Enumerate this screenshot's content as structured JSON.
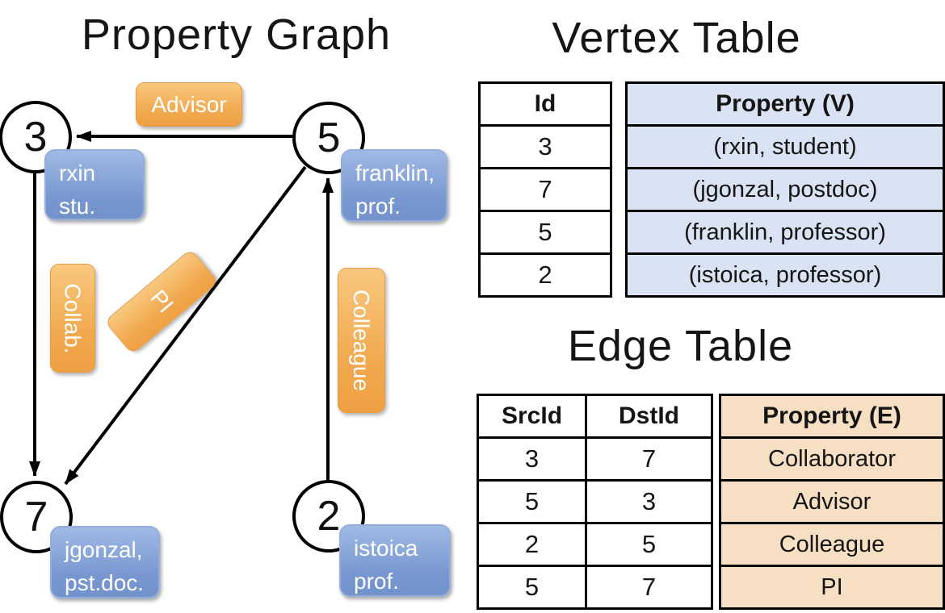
{
  "graph": {
    "title": "Property Graph",
    "nodes": [
      {
        "id": "3",
        "label_line1": "rxin",
        "label_line2": "stu."
      },
      {
        "id": "5",
        "label_line1": "franklin,",
        "label_line2": "prof."
      },
      {
        "id": "7",
        "label_line1": "jgonzal,",
        "label_line2": "pst.doc."
      },
      {
        "id": "2",
        "label_line1": "istoica",
        "label_line2": "prof."
      }
    ],
    "edges": [
      {
        "src": "5",
        "dst": "3",
        "label": "Advisor"
      },
      {
        "src": "3",
        "dst": "7",
        "label": "Collab."
      },
      {
        "src": "5",
        "dst": "7",
        "label": "PI"
      },
      {
        "src": "2",
        "dst": "5",
        "label": "Colleague"
      }
    ]
  },
  "vertex_table": {
    "title": "Vertex Table",
    "id_header": "Id",
    "property_header": "Property (V)",
    "rows": [
      {
        "id": "3",
        "property": "(rxin, student)"
      },
      {
        "id": "7",
        "property": "(jgonzal, postdoc)"
      },
      {
        "id": "5",
        "property": "(franklin, professor)"
      },
      {
        "id": "2",
        "property": "(istoica, professor)"
      }
    ]
  },
  "edge_table": {
    "title": "Edge Table",
    "src_header": "SrcId",
    "dst_header": "DstId",
    "property_header": "Property (E)",
    "rows": [
      {
        "src": "3",
        "dst": "7",
        "property": "Collaborator"
      },
      {
        "src": "5",
        "dst": "3",
        "property": "Advisor"
      },
      {
        "src": "2",
        "dst": "5",
        "property": "Colleague"
      },
      {
        "src": "5",
        "dst": "7",
        "property": "PI"
      }
    ]
  },
  "colors": {
    "vertex_box_top": "#a0bae5",
    "vertex_box_bottom": "#7292cc",
    "edge_box_top": "#f9c87f",
    "edge_box_bottom": "#efa042",
    "vertex_table_fill": "#dae3f3",
    "edge_table_fill": "#f7dfc3",
    "line_color": "#000000"
  }
}
